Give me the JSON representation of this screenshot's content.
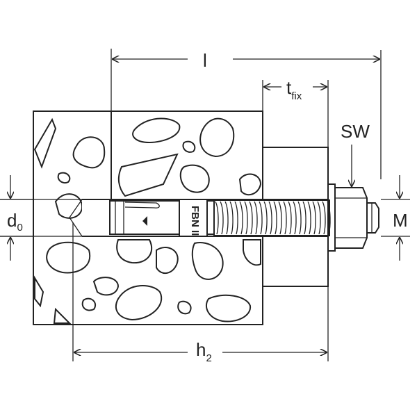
{
  "labels": {
    "length": "l",
    "fixture_thickness": "t",
    "fixture_thickness_sub": "fix",
    "wrench_size": "SW",
    "drill_diameter": "d",
    "drill_diameter_sub": "0",
    "thread": "M",
    "hole_depth": "h",
    "hole_depth_sub": "2"
  },
  "bolt_marking": "FBN II",
  "colors": {
    "line": "#222222",
    "background": "#ffffff"
  }
}
